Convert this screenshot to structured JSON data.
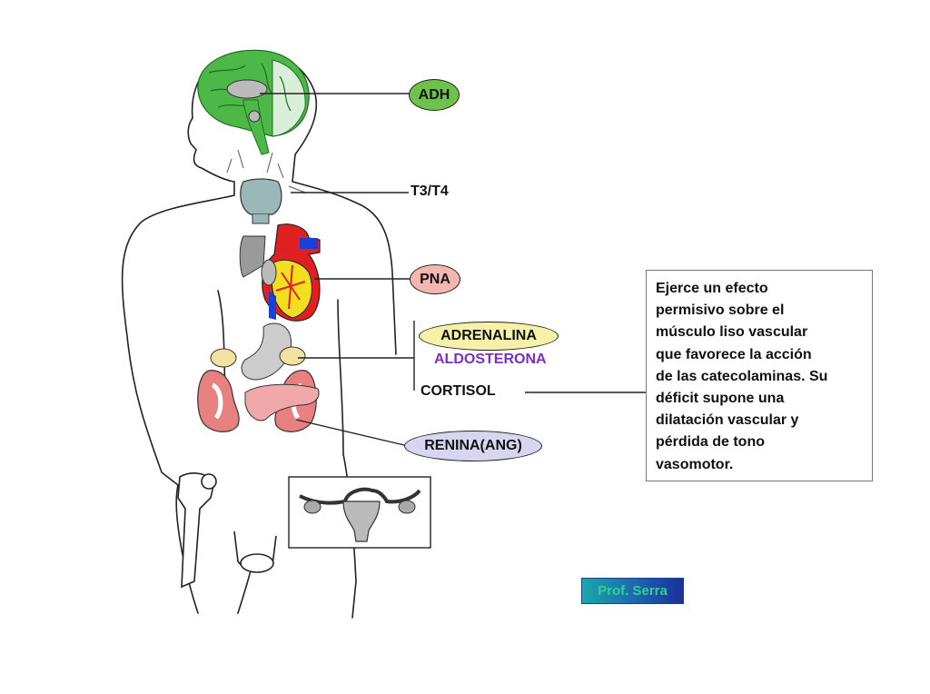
{
  "labels": {
    "adh": "ADH",
    "t3t4": "T3/T4",
    "pna": "PNA",
    "adrenalina": "ADRENALINA",
    "aldosterona": "ALDOSTERONA",
    "cortisol": "CORTISOL",
    "renina": "RENINA(ANG)"
  },
  "note": {
    "lines": [
      "Ejerce un efecto",
      "permisivo sobre el",
      "músculo liso vascular",
      "que favorece la acción",
      "de las catecolaminas. Su",
      "déficit supone una",
      "dilatación vascular y",
      "pérdida de tono",
      "vasomotor."
    ]
  },
  "credit": "Prof. Serra",
  "colors": {
    "adh_fill": "#6cc24a",
    "pna_fill": "#f5b6b0",
    "adrenalina_fill": "#f6f1a8",
    "aldosterona_text": "#7b2fbf",
    "renina_fill": "#d6d6f0",
    "brain": "#4db848",
    "thyroid": "#9ab8b8",
    "heart_red": "#e02020",
    "heart_yellow": "#f2e020",
    "kidney": "#e88080",
    "pancreas": "#f0a8a8"
  }
}
